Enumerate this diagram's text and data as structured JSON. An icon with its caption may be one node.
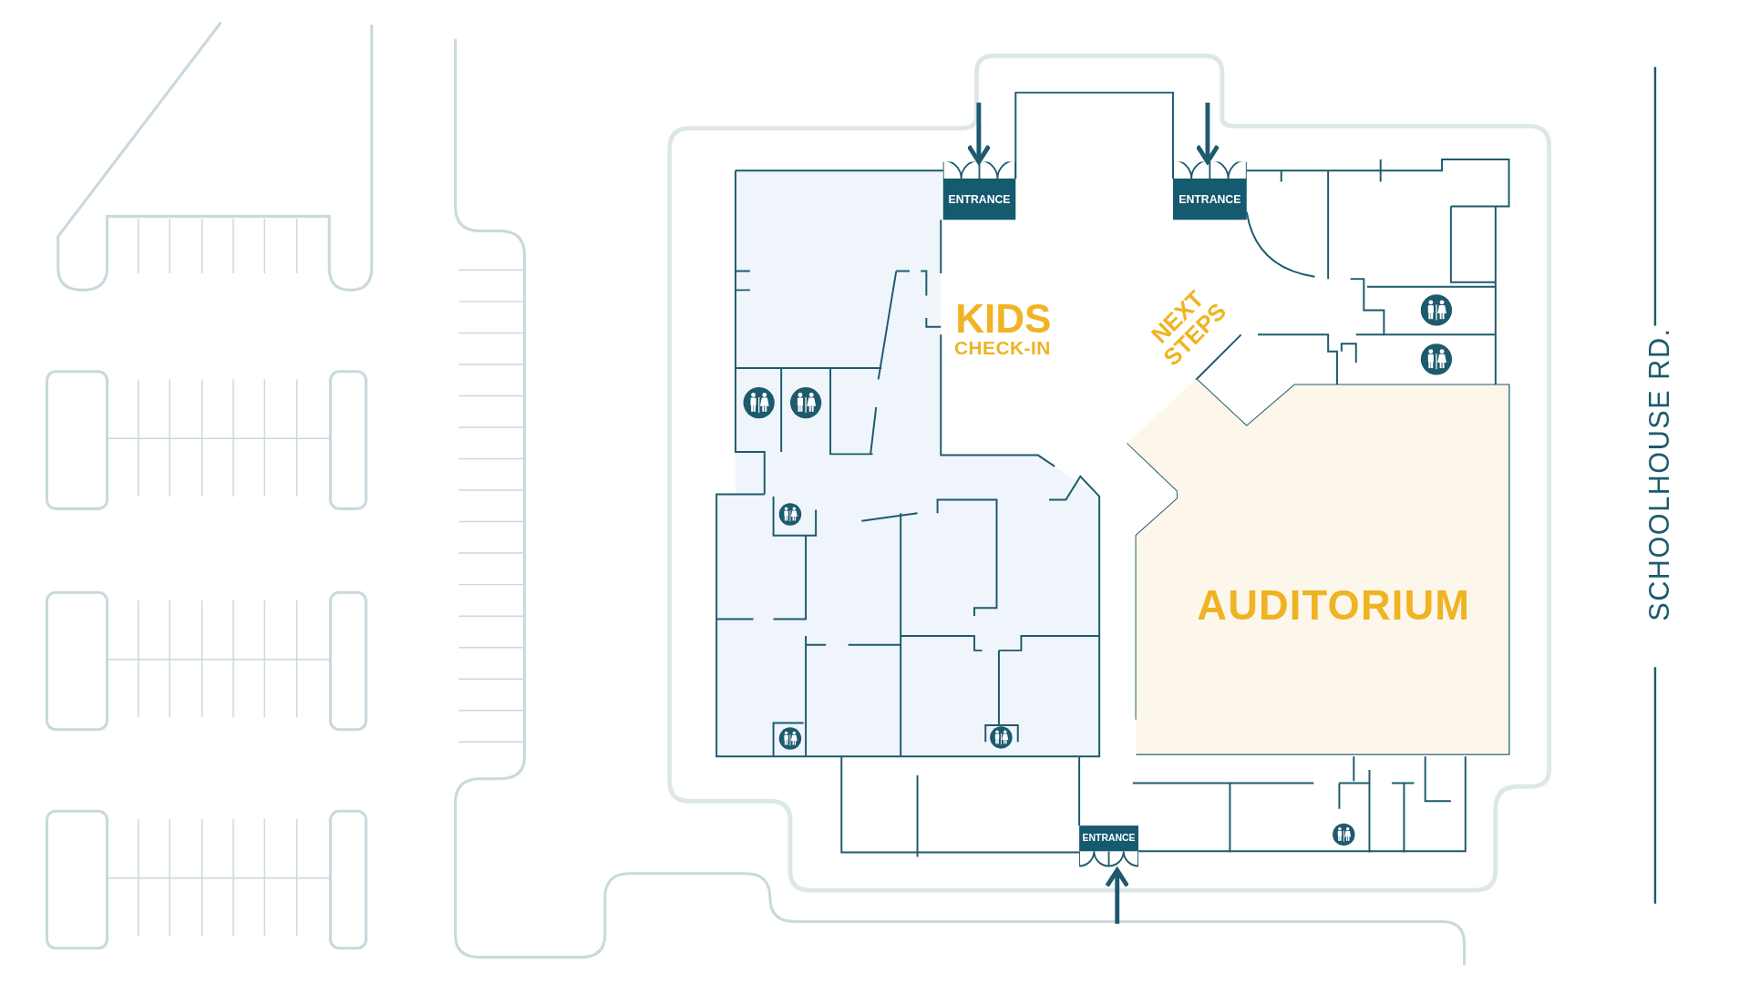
{
  "diagram": {
    "nodes": [
      {
        "text": [
          "ENTRANCE"
        ]
      },
      {
        "text": [
          "ENTRANCE"
        ]
      },
      {
        "text": [
          "AUDITORIUM"
        ]
      },
      {
        "text": [
          "ENTRANCE"
        ]
      }
    ],
    "edges": [
      {
        "from": null,
        "to": 0,
        "arrow": "to"
      },
      {
        "from": null,
        "to": 1,
        "arrow": "to"
      },
      {
        "from": null,
        "to": 3,
        "arrow": "to"
      }
    ],
    "labels": [
      "KIDS",
      "CHECK-IN",
      "NEXT STEPS",
      "SCHOOLHOUSE RD."
    ]
  }
}
